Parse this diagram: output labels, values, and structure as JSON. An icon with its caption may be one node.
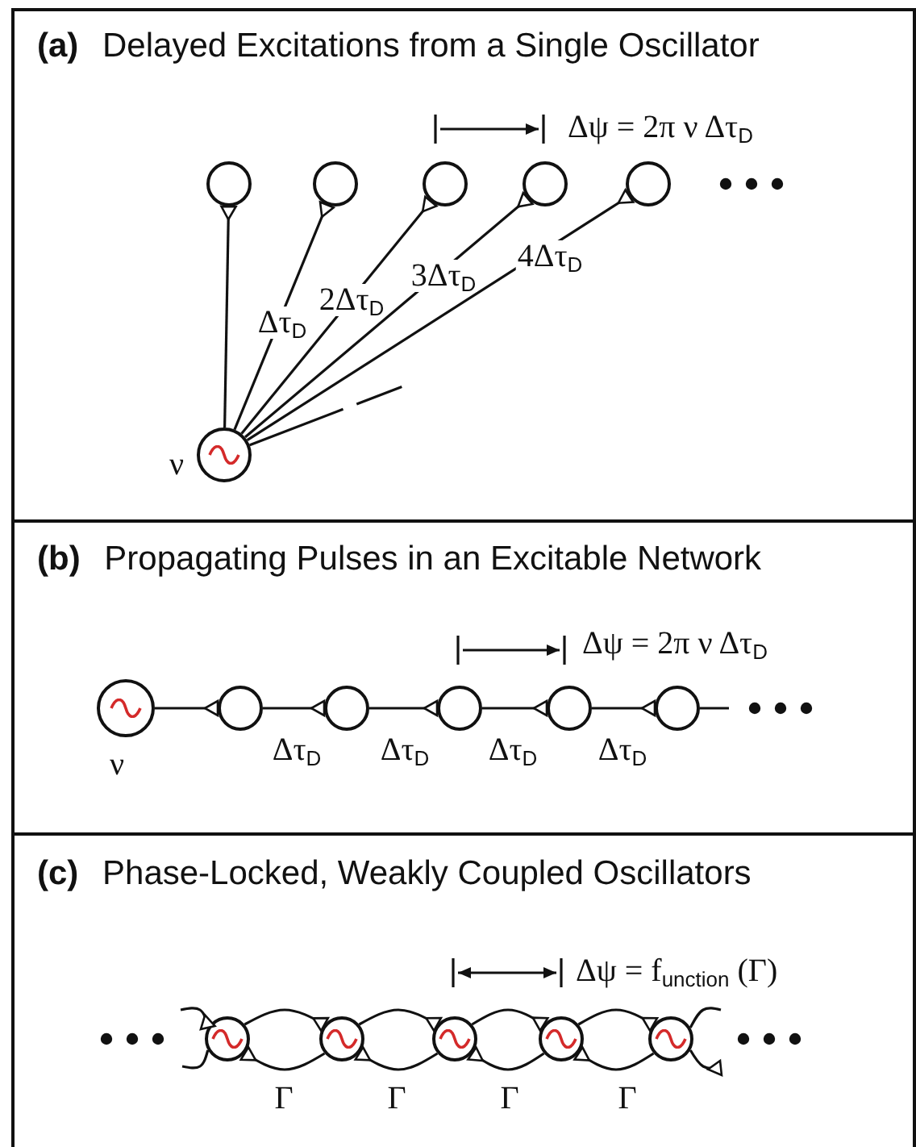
{
  "diagram": {
    "nodes": [
      {
        "text": [
          "**(a)** Delayed Excitations from a Single Oscillator"
        ]
      },
      {
        "text": [],
        "shape": "circle",
        "in": 0
      },
      {
        "text": [],
        "shape": "circle",
        "in": 0
      },
      {
        "text": [],
        "shape": "circle",
        "in": 0
      },
      {
        "text": [],
        "shape": "circle",
        "in": 0
      },
      {
        "text": [],
        "shape": "circle",
        "in": 0
      },
      {
        "text": [],
        "shape": "circle",
        "in": 0,
        "beside": [
          "ν"
        ]
      },
      {
        "text": [
          "**(b)** Propagating Pulses in an Excitable Network"
        ]
      },
      {
        "text": [],
        "shape": "circle",
        "in": 7,
        "beside": [
          "ν"
        ]
      },
      {
        "text": [],
        "shape": "circle",
        "in": 7
      },
      {
        "text": [],
        "shape": "circle",
        "in": 7
      },
      {
        "text": [],
        "shape": "circle",
        "in": 7
      },
      {
        "text": [],
        "shape": "circle",
        "in": 7
      },
      {
        "text": [],
        "shape": "circle",
        "in": 7
      },
      {
        "text": [
          "**(c)** Phase-Locked, Weakly Coupled Oscillators"
        ]
      },
      {
        "text": [],
        "shape": "circle",
        "in": 14
      },
      {
        "text": [],
        "shape": "circle",
        "in": 14
      },
      {
        "text": [],
        "shape": "circle",
        "in": 14
      },
      {
        "text": [],
        "shape": "circle",
        "in": 14
      },
      {
        "text": [],
        "shape": "circle",
        "in": 14
      }
    ],
    "edges": [
      {
        "from": 6,
        "to": 1,
        "arrow": "other"
      },
      {
        "from": 6,
        "to": 2,
        "arrow": "other",
        "label": "Δτ$_{D}$"
      },
      {
        "from": 6,
        "to": 3,
        "arrow": "other",
        "label": "2Δτ$_{D}$"
      },
      {
        "from": 6,
        "to": 4,
        "arrow": "other",
        "label": "3Δτ$_{D}$"
      },
      {
        "from": 6,
        "to": 5,
        "arrow": "other",
        "label": "4Δτ$_{D}$"
      },
      {
        "from": 6,
        "to": null,
        "arrow": "none",
        "style": "dashed"
      },
      {
        "from": 8,
        "to": 9,
        "arrow": "other"
      },
      {
        "from": 9,
        "to": 10,
        "arrow": "other",
        "label": "Δτ$_{D}$"
      },
      {
        "from": 10,
        "to": 11,
        "arrow": "other",
        "label": "Δτ$_{D}$"
      },
      {
        "from": 11,
        "to": 12,
        "arrow": "other",
        "label": "Δτ$_{D}$"
      },
      {
        "from": 12,
        "to": 13,
        "arrow": "other",
        "label": "Δτ$_{D}$"
      },
      {
        "from": 13,
        "to": null,
        "arrow": "none"
      },
      {
        "from": null,
        "to": 15,
        "arrow": "other"
      },
      {
        "from": 15,
        "to": null,
        "arrow": "none"
      },
      {
        "from": 15,
        "to": 16,
        "arrow": "other"
      },
      {
        "from": 16,
        "to": 15,
        "arrow": "other",
        "label": "Γ"
      },
      {
        "from": 16,
        "to": 17,
        "arrow": "other"
      },
      {
        "from": 17,
        "to": 16,
        "arrow": "other",
        "label": "Γ"
      },
      {
        "from": 17,
        "to": 18,
        "arrow": "other"
      },
      {
        "from": 18,
        "to": 17,
        "arrow": "other",
        "label": "Γ"
      },
      {
        "from": 18,
        "to": 19,
        "arrow": "other"
      },
      {
        "from": 19,
        "to": 18,
        "arrow": "other",
        "label": "Γ"
      },
      {
        "from": 19,
        "to": null,
        "arrow": "none"
      },
      {
        "from": 19,
        "to": null,
        "arrow": "other"
      }
    ],
    "labels": [
      "Δψ = 2π ν Δτ$_{D}$",
      "Δψ = 2π ν Δτ$_{D}$",
      "Δψ = f$_{unction}$ (Γ)"
    ]
  }
}
